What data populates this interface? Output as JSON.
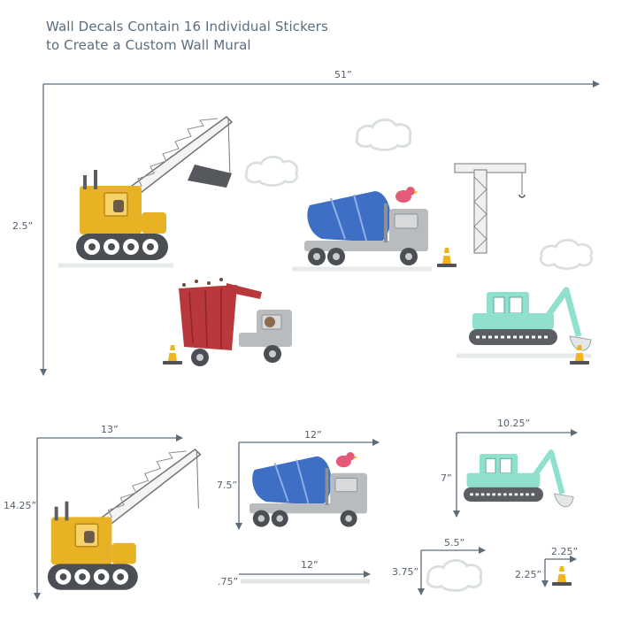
{
  "title": {
    "line1": "Wall Decals Contain 16 Individual Stickers",
    "line2": "to Create a Custom Wall Mural"
  },
  "mural": {
    "width_label": "51”",
    "height_label": "2.5”"
  },
  "pieces": {
    "crane": {
      "width": "13”",
      "height": "14.25”"
    },
    "mixer": {
      "width": "12”",
      "height": "7.5”"
    },
    "excavator": {
      "width": "10.25”",
      "height": "7”"
    },
    "road": {
      "width": "12”",
      "height": ".75”"
    },
    "cloud": {
      "width": "5.5”",
      "height": "3.75”"
    },
    "cone": {
      "width": "2.25”",
      "height": "2.25”"
    }
  },
  "colors": {
    "dimension_line": "#5d6b7b",
    "crane_yellow": "#e8b224",
    "mixer_blue": "#3f6fc4",
    "truck_grey": "#b9bcbe",
    "dump_red": "#b8383b",
    "excavator_mint": "#8fe0cc",
    "cone_orange": "#f0b41c",
    "bird_pink": "#e45a78",
    "cloud_grey": "#dfe3e4"
  }
}
